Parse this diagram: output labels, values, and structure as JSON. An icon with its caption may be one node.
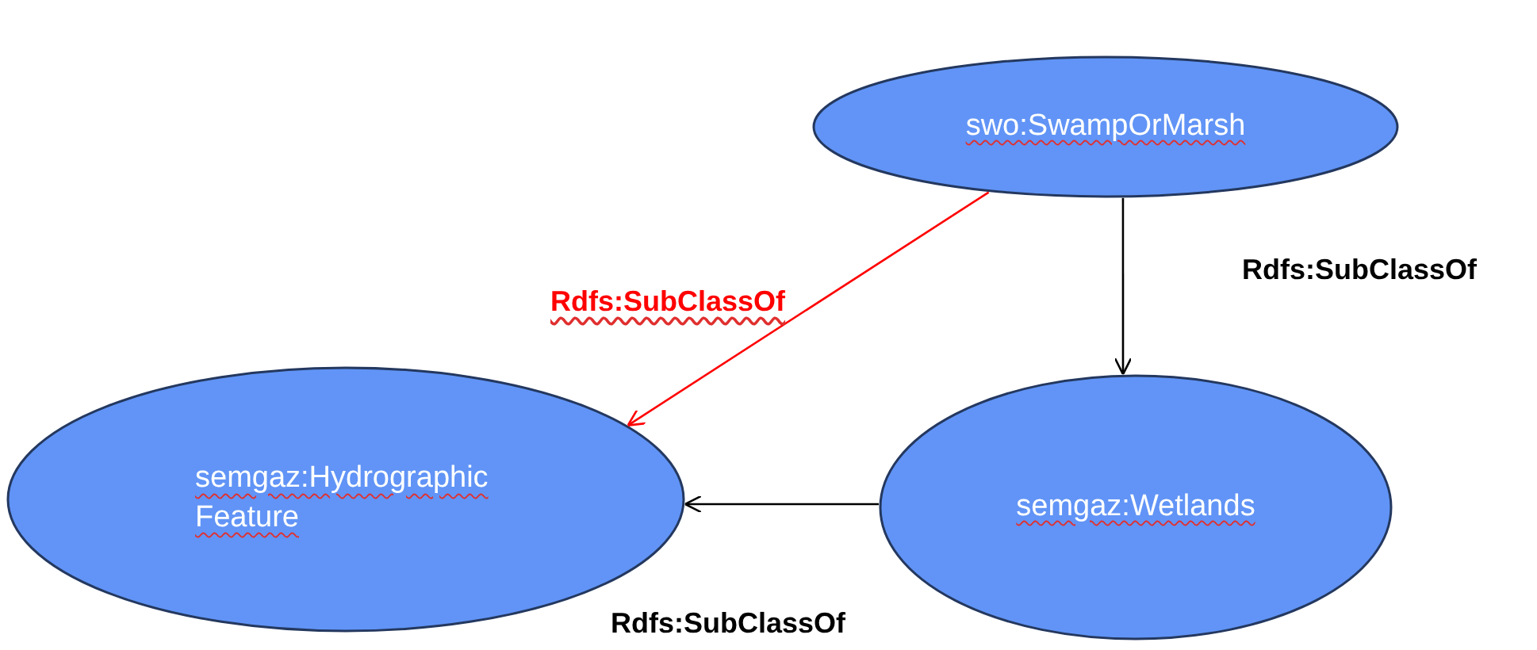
{
  "diagram": {
    "nodes": [
      {
        "text": [
          "swo:SwampOrMarsh"
        ]
      },
      {
        "text": [
          "semgaz:Hydrographic Feature"
        ]
      },
      {
        "text": [
          "semgaz:Wetlands"
        ]
      }
    ],
    "edges": [
      {
        "from": 0,
        "to": 1,
        "arrow": "to",
        "label": "Rdfs:SubClassOf",
        "color": "#ff0000"
      },
      {
        "from": 0,
        "to": 2,
        "arrow": "to",
        "label": "Rdfs:SubClassOf"
      },
      {
        "from": 2,
        "to": 1,
        "arrow": "to",
        "label": "Rdfs:SubClassOf"
      }
    ]
  }
}
